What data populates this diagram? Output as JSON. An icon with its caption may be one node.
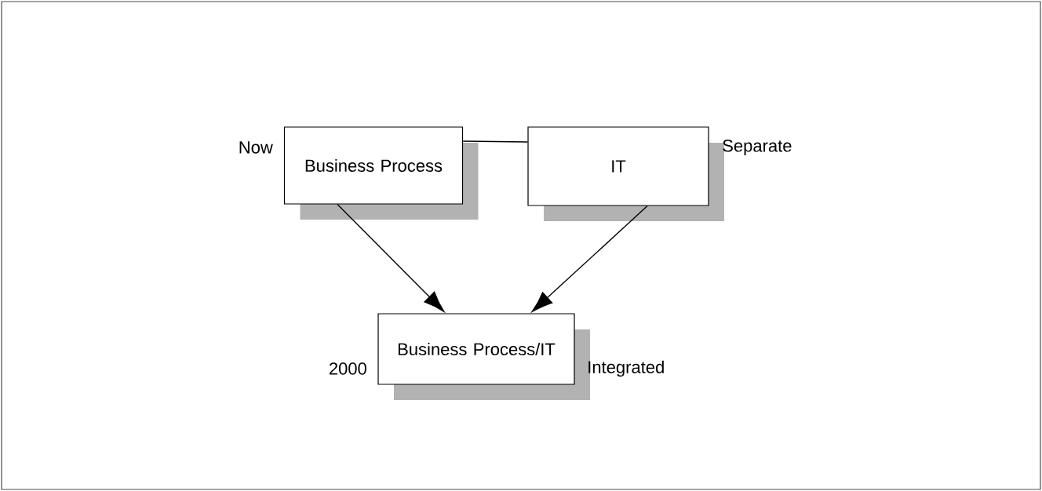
{
  "diagram": {
    "nodes": [
      {
        "text": [
          "Business Process"
        ],
        "beside": [
          "Now"
        ]
      },
      {
        "text": [
          "IT"
        ],
        "beside": [
          "Separate"
        ]
      },
      {
        "text": [
          "Business Process/IT"
        ],
        "beside": [
          "2000",
          "Integrated"
        ]
      }
    ],
    "edges": [
      {
        "from": 0,
        "to": 1,
        "arrow": "none"
      },
      {
        "from": 0,
        "to": 2,
        "arrow": "to"
      },
      {
        "from": 1,
        "to": 2,
        "arrow": "to"
      }
    ]
  }
}
